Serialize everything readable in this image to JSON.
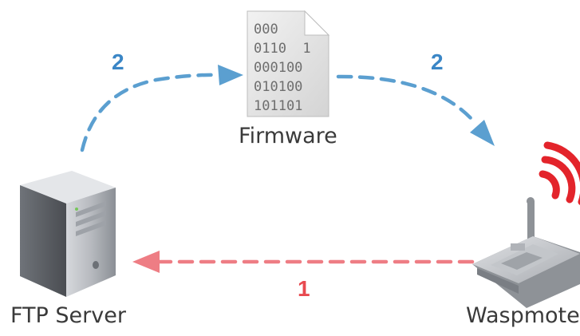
{
  "nodes": {
    "ftp_server": {
      "label": "FTP Server"
    },
    "firmware": {
      "label": "Firmware",
      "binary_lines": [
        "000",
        "0110  1",
        "000100",
        "010100",
        "101101"
      ]
    },
    "waspmote": {
      "label": "Waspmote"
    }
  },
  "steps": {
    "upload_to_server": "2",
    "download_to_mote": "2",
    "request": "1"
  },
  "colors": {
    "blue_arrow": "#5b9fd0",
    "blue_text": "#3a86c6",
    "red_arrow": "#ee7d84",
    "red_text": "#e84a50",
    "signal": "#e3242b"
  }
}
